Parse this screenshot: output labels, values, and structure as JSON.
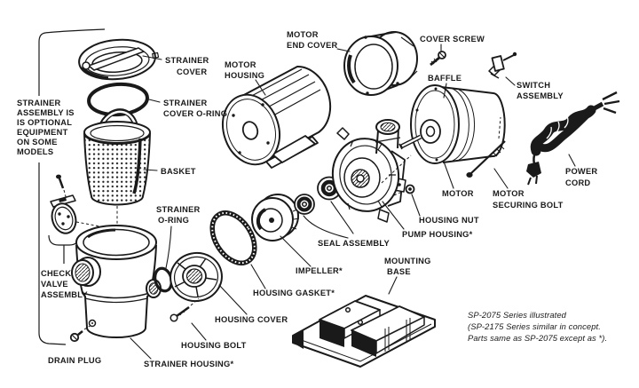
{
  "colors": {
    "ink": "#1a1a1a",
    "paper": "#ffffff"
  },
  "optional_note": {
    "lines": [
      "STRAINER",
      "ASSEMBLY IS",
      "IS OPTIONAL",
      "EQUIPMENT",
      "ON SOME",
      "MODELS"
    ]
  },
  "footnote": {
    "lines": [
      "SP-2075 Series illustrated",
      "(SP-2175 Series similar in concept.",
      "Parts same as SP-2075 except as *)."
    ]
  },
  "labels": {
    "strainer_cover": {
      "lines": [
        "STRAINER",
        "COVER"
      ]
    },
    "strainer_cover_oring": {
      "lines": [
        "STRAINER",
        "COVER O-RING"
      ]
    },
    "basket": {
      "lines": [
        "BASKET"
      ]
    },
    "strainer_oring": {
      "lines": [
        "STRAINER",
        "O-RING"
      ]
    },
    "check_valve": {
      "lines": [
        "CHECK",
        "VALVE",
        "ASSEMBLY"
      ]
    },
    "drain_plug": {
      "lines": [
        "DRAIN PLUG"
      ]
    },
    "strainer_housing": {
      "lines": [
        "STRAINER HOUSING*"
      ]
    },
    "housing_bolt": {
      "lines": [
        "HOUSING BOLT"
      ]
    },
    "housing_cover": {
      "lines": [
        "HOUSING COVER"
      ]
    },
    "housing_gasket": {
      "lines": [
        "HOUSING GASKET*"
      ]
    },
    "impeller": {
      "lines": [
        "IMPELLER*"
      ]
    },
    "seal_assembly": {
      "lines": [
        "SEAL ASSEMBLY"
      ]
    },
    "mounting_base": {
      "lines": [
        "MOUNTING",
        "BASE"
      ]
    },
    "motor_housing": {
      "lines": [
        "MOTOR",
        "HOUSING"
      ]
    },
    "motor_end_cover": {
      "lines": [
        "MOTOR",
        "END COVER"
      ]
    },
    "cover_screw": {
      "lines": [
        "COVER SCREW"
      ]
    },
    "baffle": {
      "lines": [
        "BAFFLE"
      ]
    },
    "switch_assembly": {
      "lines": [
        "SWITCH",
        "ASSEMBLY"
      ]
    },
    "motor": {
      "lines": [
        "MOTOR"
      ]
    },
    "motor_securing_bolt": {
      "lines": [
        "MOTOR",
        "SECURING BOLT"
      ]
    },
    "housing_nut": {
      "lines": [
        "HOUSING NUT"
      ]
    },
    "pump_housing": {
      "lines": [
        "PUMP HOUSING*"
      ]
    },
    "power_cord": {
      "lines": [
        "POWER",
        "CORD"
      ]
    }
  }
}
